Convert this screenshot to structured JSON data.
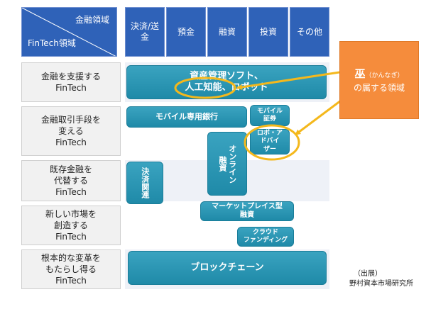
{
  "header": {
    "corner_top": "金融領域",
    "corner_bottom": "FinTech領域",
    "columns": [
      "決済/送\n金",
      "預金",
      "融資",
      "投資",
      "その他"
    ]
  },
  "rows": [
    "金融を支援する\nFinTech",
    "金融取引手段を\n変える\nFinTech",
    "既存金融を\n代替する\nFinTech",
    "新しい市場を\n創造する\nFinTech",
    "根本的な変革を\nもたらし得る\nFinTech"
  ],
  "boxes": {
    "asset_mgmt": "資産管理ソフト、\n人工知能、ロボット",
    "mobile_bank": "モバイル専用銀行",
    "mobile_sec": "モバイル\n証券",
    "robo": "ロボ・ア\nドバイ\nザー",
    "online_lending": "オンライン\n融資",
    "payment": "決済関連",
    "marketplace": "マーケットプレイス型\n融資",
    "crowdfunding": "クラウド\nファンディング",
    "blockchain": "ブロックチェーン"
  },
  "callout": {
    "kanji": "巫",
    "reading": "（かんなぎ）",
    "rest": "の属する領域"
  },
  "source": {
    "line1": "（出展）",
    "line2": "野村資本市場研究所"
  },
  "colors": {
    "header_blue": "#2f62b8",
    "box_teal": "#2390ad",
    "callout_orange": "#f58c3c",
    "highlight_yellow": "#f4b81c"
  }
}
